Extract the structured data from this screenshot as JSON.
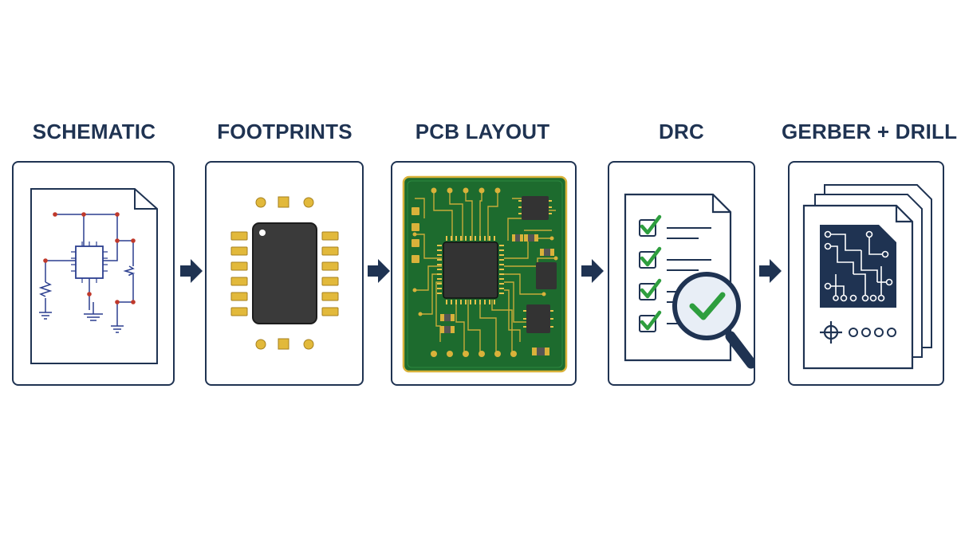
{
  "workflow": {
    "stages": [
      {
        "title": "SCHEMATIC"
      },
      {
        "title": "FOOTPRINTS"
      },
      {
        "title": "PCB LAYOUT"
      },
      {
        "title": "DRC"
      },
      {
        "title": "GERBER + DRILL"
      }
    ]
  },
  "colors": {
    "navy": "#1f3352",
    "pcb_green": "#1d6b2e",
    "copper_gold": "#d9b23a",
    "pad_gold": "#e2b93b",
    "check_green": "#2e9e3e",
    "chip_dark": "#3a3a3a"
  },
  "icons": [
    "schematic-sheet-icon",
    "ic-footprint-icon",
    "pcb-board-icon",
    "checklist-magnifier-icon",
    "gerber-stack-icon",
    "right-arrow-icon"
  ]
}
